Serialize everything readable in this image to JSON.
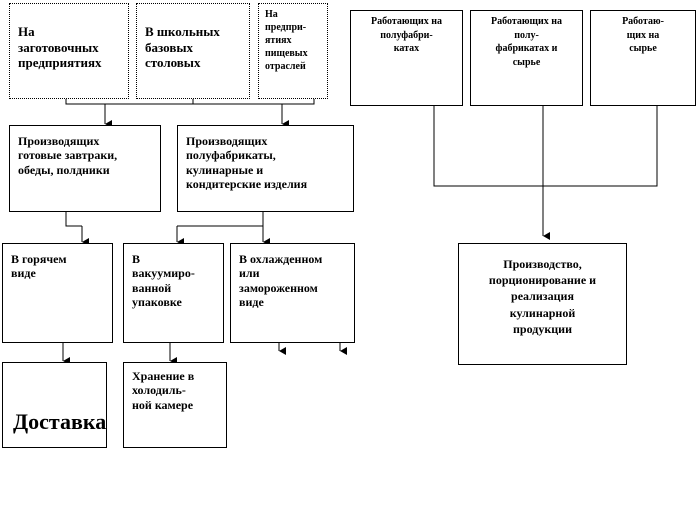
{
  "boxes": {
    "zagotovochnye": "На\nзаготовочных\nпредприятиях",
    "shkolnye": "В школьных\nбазовых\nстоловых",
    "predpriyatiya": "На\nпредпри-\nятиях\nпищевых\nотраслей",
    "rab_polufabrikaty": "Работающих на\nполуфабри-\nкатах",
    "rab_polufabrikaty_syre": "Работающих на\nполу-\nфабрикатах и\nсырье",
    "rab_syre": "Работаю-\nщих на\nсырье",
    "zavtraki": "Производящих\nготовые завтраки,\nобеды, полдники",
    "polufabrikaty": "Производящих\nполуфабрикаты,\nкулинарные  и\nкондитерские изделия",
    "goryachiy": "В горячем\nвиде",
    "vakuum": "В\nвакуумиро-\nванной\nупаковке",
    "ohlazhdennyy": "В охлажденном\nили\nзамороженном\nвиде",
    "proizvodstvo": "Производство,\nпорционирование и\nреализация\nкулинарной\nпродукции",
    "dostavka": "Доставка",
    "hranenie": "Хранение в\nхолодиль-\nной камере"
  }
}
